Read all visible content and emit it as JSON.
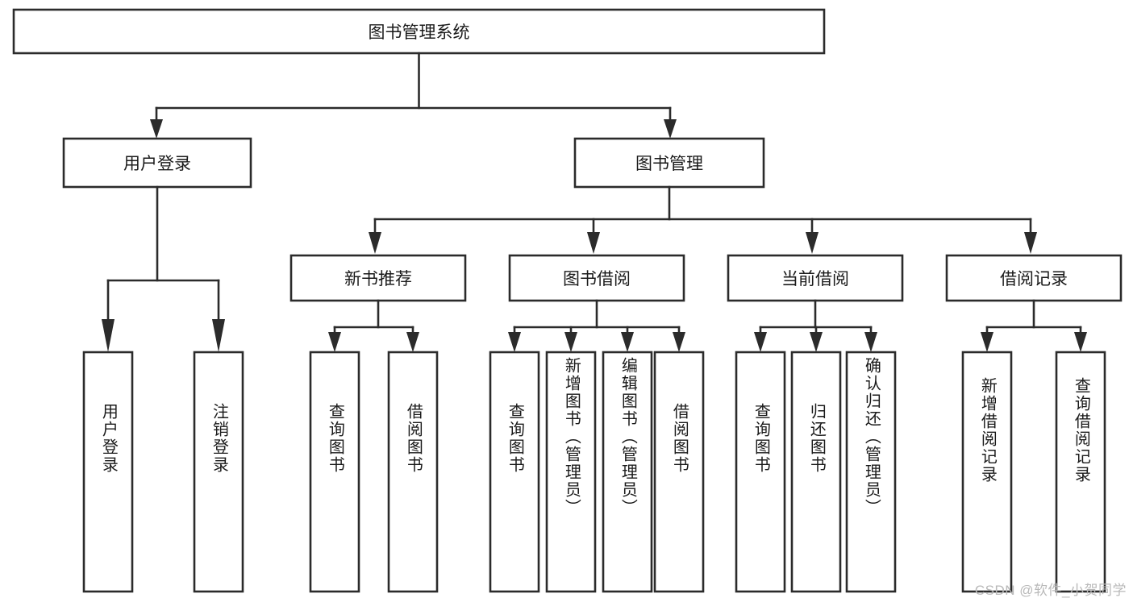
{
  "diagram": {
    "type": "tree-hierarchy",
    "title": "图书管理系统",
    "watermark": "CSDN @软件_小贺同学",
    "levels": {
      "level1": [
        {
          "id": "root",
          "label": "图书管理系统",
          "orientation": "horizontal"
        }
      ],
      "level2": [
        {
          "id": "user-login",
          "label": "用户登录",
          "orientation": "horizontal",
          "parent": "root"
        },
        {
          "id": "book-manage",
          "label": "图书管理",
          "orientation": "horizontal",
          "parent": "root"
        }
      ],
      "level3": [
        {
          "id": "new-book-rec",
          "label": "新书推荐",
          "orientation": "horizontal",
          "parent": "book-manage"
        },
        {
          "id": "book-borrow",
          "label": "图书借阅",
          "orientation": "horizontal",
          "parent": "book-manage"
        },
        {
          "id": "current-borrow",
          "label": "当前借阅",
          "orientation": "horizontal",
          "parent": "book-manage"
        },
        {
          "id": "borrow-record",
          "label": "借阅记录",
          "orientation": "horizontal",
          "parent": "book-manage"
        }
      ],
      "level4": [
        {
          "id": "leaf-user-login",
          "label": "用户登录",
          "orientation": "vertical",
          "parent": "user-login"
        },
        {
          "id": "leaf-user-logout",
          "label": "注销登录",
          "orientation": "vertical",
          "parent": "user-login"
        },
        {
          "id": "leaf-query-book-1",
          "label": "查询图书",
          "orientation": "vertical",
          "parent": "new-book-rec"
        },
        {
          "id": "leaf-borrow-book-1",
          "label": "借阅图书",
          "orientation": "vertical",
          "parent": "new-book-rec"
        },
        {
          "id": "leaf-query-book-2",
          "label": "查询图书",
          "orientation": "vertical",
          "parent": "book-borrow"
        },
        {
          "id": "leaf-add-book",
          "label": "新增图书（管理员）",
          "orientation": "vertical",
          "parent": "book-borrow"
        },
        {
          "id": "leaf-edit-book",
          "label": "编辑图书（管理员）",
          "orientation": "vertical",
          "parent": "book-borrow"
        },
        {
          "id": "leaf-borrow-book-2",
          "label": "借阅图书",
          "orientation": "vertical",
          "parent": "book-borrow"
        },
        {
          "id": "leaf-query-book-3",
          "label": "查询图书",
          "orientation": "vertical",
          "parent": "current-borrow"
        },
        {
          "id": "leaf-return-book",
          "label": "归还图书",
          "orientation": "vertical",
          "parent": "current-borrow"
        },
        {
          "id": "leaf-confirm-return",
          "label": "确认归还（管理员）",
          "orientation": "vertical",
          "parent": "current-borrow"
        },
        {
          "id": "leaf-add-record",
          "label": "新增借阅记录",
          "orientation": "vertical",
          "parent": "borrow-record"
        },
        {
          "id": "leaf-query-record",
          "label": "查询借阅记录",
          "orientation": "vertical",
          "parent": "borrow-record"
        }
      ]
    },
    "colors": {
      "stroke": "#2b2b2b",
      "fill": "#ffffff",
      "text": "#1a1a1a",
      "watermark": "#b9b9b9"
    }
  }
}
